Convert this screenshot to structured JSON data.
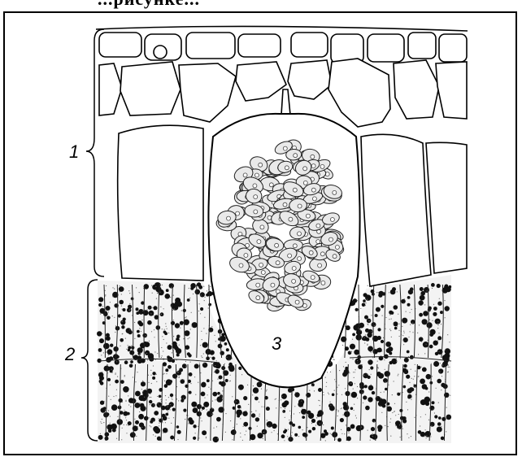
{
  "header": {
    "title_fragment": "...рисунке..."
  },
  "figure": {
    "labels": [
      {
        "id": "1",
        "text": "1"
      },
      {
        "id": "2",
        "text": "2"
      },
      {
        "id": "3",
        "text": "3"
      }
    ],
    "colors": {
      "ink": "#000000",
      "paper": "#ffffff",
      "stipple": "#555555"
    }
  }
}
